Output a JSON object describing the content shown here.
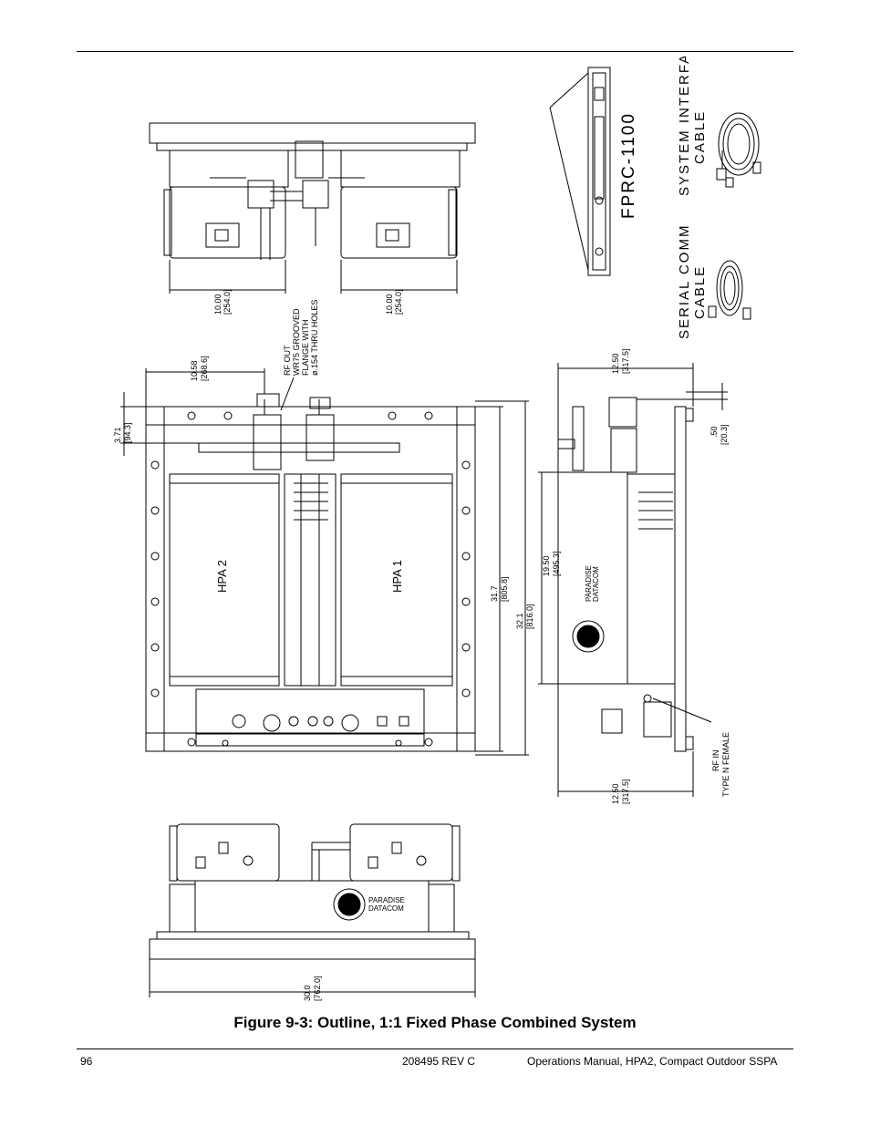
{
  "figure": {
    "caption": "Figure 9-3: Outline, 1:1 Fixed Phase Combined System"
  },
  "footer": {
    "page_number": "96",
    "doc_number": "208495 REV C",
    "doc_title": "Operations Manual, HPA2, Compact Outdoor SSPA"
  },
  "drawing": {
    "hpa2_label": "HPA 2",
    "hpa1_label": "HPA 1",
    "brand_line1": "PARADISE",
    "brand_line2": "DATACOM",
    "fprc_label": "FPRC-1100",
    "system_cable_line1": "SYSTEM INTERFACE",
    "system_cable_line2": "CABLE",
    "serial_cable_line1": "SERIAL COMM",
    "serial_cable_line2": "CABLE",
    "rf_out_line1": "RF OUT",
    "rf_out_line2": "WR75 GROOVED",
    "rf_out_line3": "FLANGE WITH",
    "rf_out_line4": "ø.154 THRU HOLES",
    "rf_in_line1": "RF IN",
    "rf_in_line2": "TYPE N FEMALE",
    "dims": {
      "d1_in": "10.00",
      "d1_mm": "[254.0]",
      "d2_in": "10.00",
      "d2_mm": "[254.0]",
      "d3_in": "10.58",
      "d3_mm": "[268.6]",
      "d4_in": "3.71",
      "d4_mm": "[94.3]",
      "d5_in": "31.7",
      "d5_mm": "[805.8]",
      "d6_in": "32.1",
      "d6_mm": "[816.0]",
      "d7_in": "19.50",
      "d7_mm": "[495.3]",
      "d8_in": "12.50",
      "d8_mm": "[317.5]",
      "d9_in": "12.50",
      "d9_mm": "[317.5]",
      "d10_in": ".50",
      "d10_mm": "[20.3]",
      "d11_in": "30.0",
      "d11_mm": "[762.0]"
    }
  }
}
